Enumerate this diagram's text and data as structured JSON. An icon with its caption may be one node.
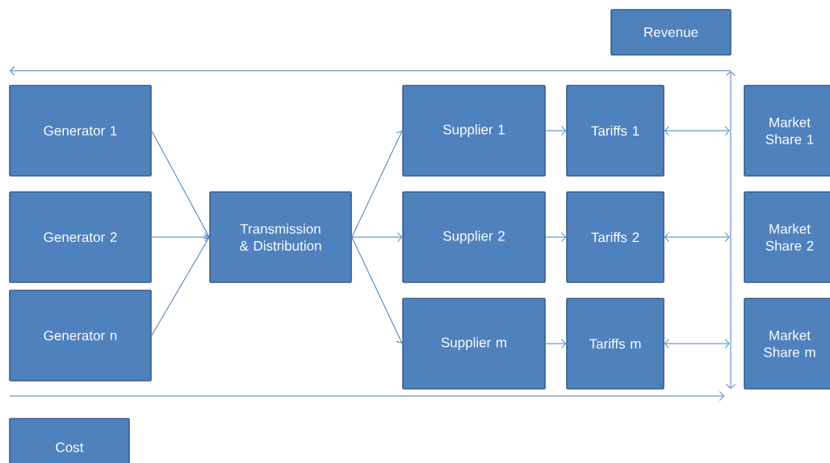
{
  "diagram": {
    "nodes": [
      {
        "text": [
          "Revenue"
        ]
      },
      {
        "text": [
          "Generator 1"
        ]
      },
      {
        "text": [
          "Generator 2"
        ]
      },
      {
        "text": [
          "Generator n"
        ]
      },
      {
        "text": [
          "Transmission & Distribution"
        ]
      },
      {
        "text": [
          "Supplier 1"
        ]
      },
      {
        "text": [
          "Tariffs 1"
        ]
      },
      {
        "text": [
          "Market Share 1"
        ]
      },
      {
        "text": [
          "Supplier 2"
        ]
      },
      {
        "text": [
          "Tariffs 2"
        ]
      },
      {
        "text": [
          "Market Share 2"
        ]
      },
      {
        "text": [
          "Supplier m"
        ]
      },
      {
        "text": [
          "Tariffs m"
        ]
      },
      {
        "text": [
          "Market Share m"
        ]
      },
      {
        "text": [],
        "shape": "bar"
      },
      {
        "text": [
          "Cost"
        ]
      }
    ],
    "edges": [
      {
        "from": 1,
        "to": 4,
        "arrow": "to"
      },
      {
        "from": 2,
        "to": 4,
        "arrow": "to"
      },
      {
        "from": 3,
        "to": 4,
        "arrow": "to"
      },
      {
        "from": 4,
        "to": 5,
        "arrow": "to"
      },
      {
        "from": 4,
        "to": 8,
        "arrow": "to"
      },
      {
        "from": 4,
        "to": 11,
        "arrow": "to"
      },
      {
        "from": 5,
        "to": 6,
        "arrow": "to"
      },
      {
        "from": 8,
        "to": 9,
        "arrow": "to"
      },
      {
        "from": 11,
        "to": 12,
        "arrow": "to"
      },
      {
        "from": 6,
        "to": 14,
        "arrow": "both"
      },
      {
        "from": 9,
        "to": 14,
        "arrow": "both"
      },
      {
        "from": 12,
        "to": 14,
        "arrow": "both"
      },
      {
        "from": 14,
        "to": null,
        "arrow": "to"
      },
      {
        "from": null,
        "to": 14,
        "arrow": "to"
      }
    ]
  }
}
